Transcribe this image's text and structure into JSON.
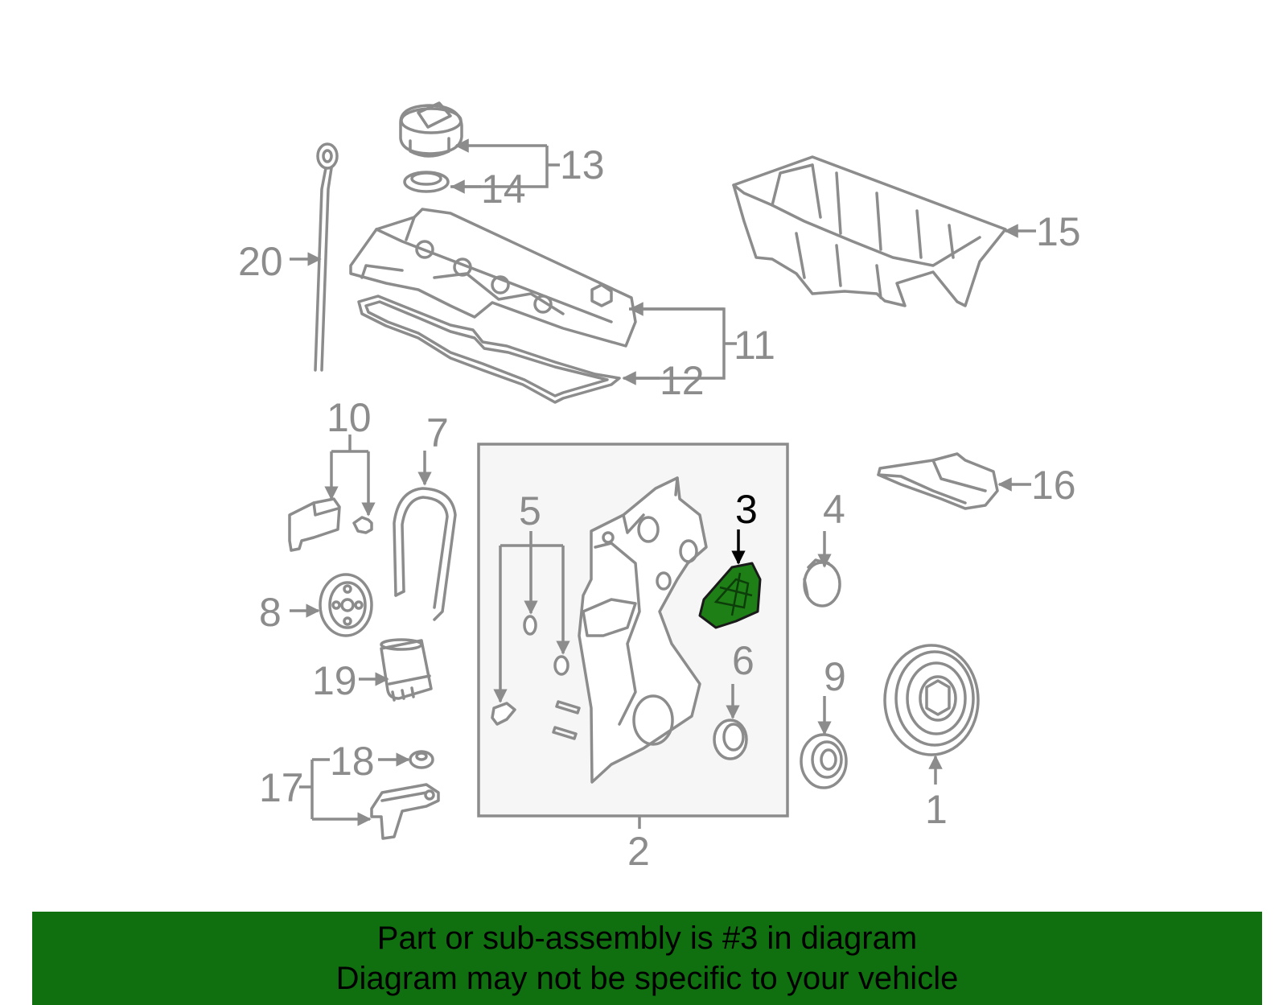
{
  "colors": {
    "line": "#8c8c8c",
    "highlight_fill": "#1e7f16",
    "highlight_label": "#000000",
    "banner_bg": "#107010",
    "box_fill": "#f6f6f6"
  },
  "callouts": {
    "c1": "1",
    "c2": "2",
    "c3": "3",
    "c4": "4",
    "c5": "5",
    "c6": "6",
    "c7": "7",
    "c8": "8",
    "c9": "9",
    "c10": "10",
    "c11": "11",
    "c12": "12",
    "c13": "13",
    "c14": "14",
    "c15": "15",
    "c16": "16",
    "c17": "17",
    "c18": "18",
    "c19": "19",
    "c20": "20"
  },
  "highlighted_part": "3",
  "banner": {
    "line1": "Part or sub-assembly is #3 in diagram",
    "line2": "Diagram may not be specific to your vehicle"
  }
}
